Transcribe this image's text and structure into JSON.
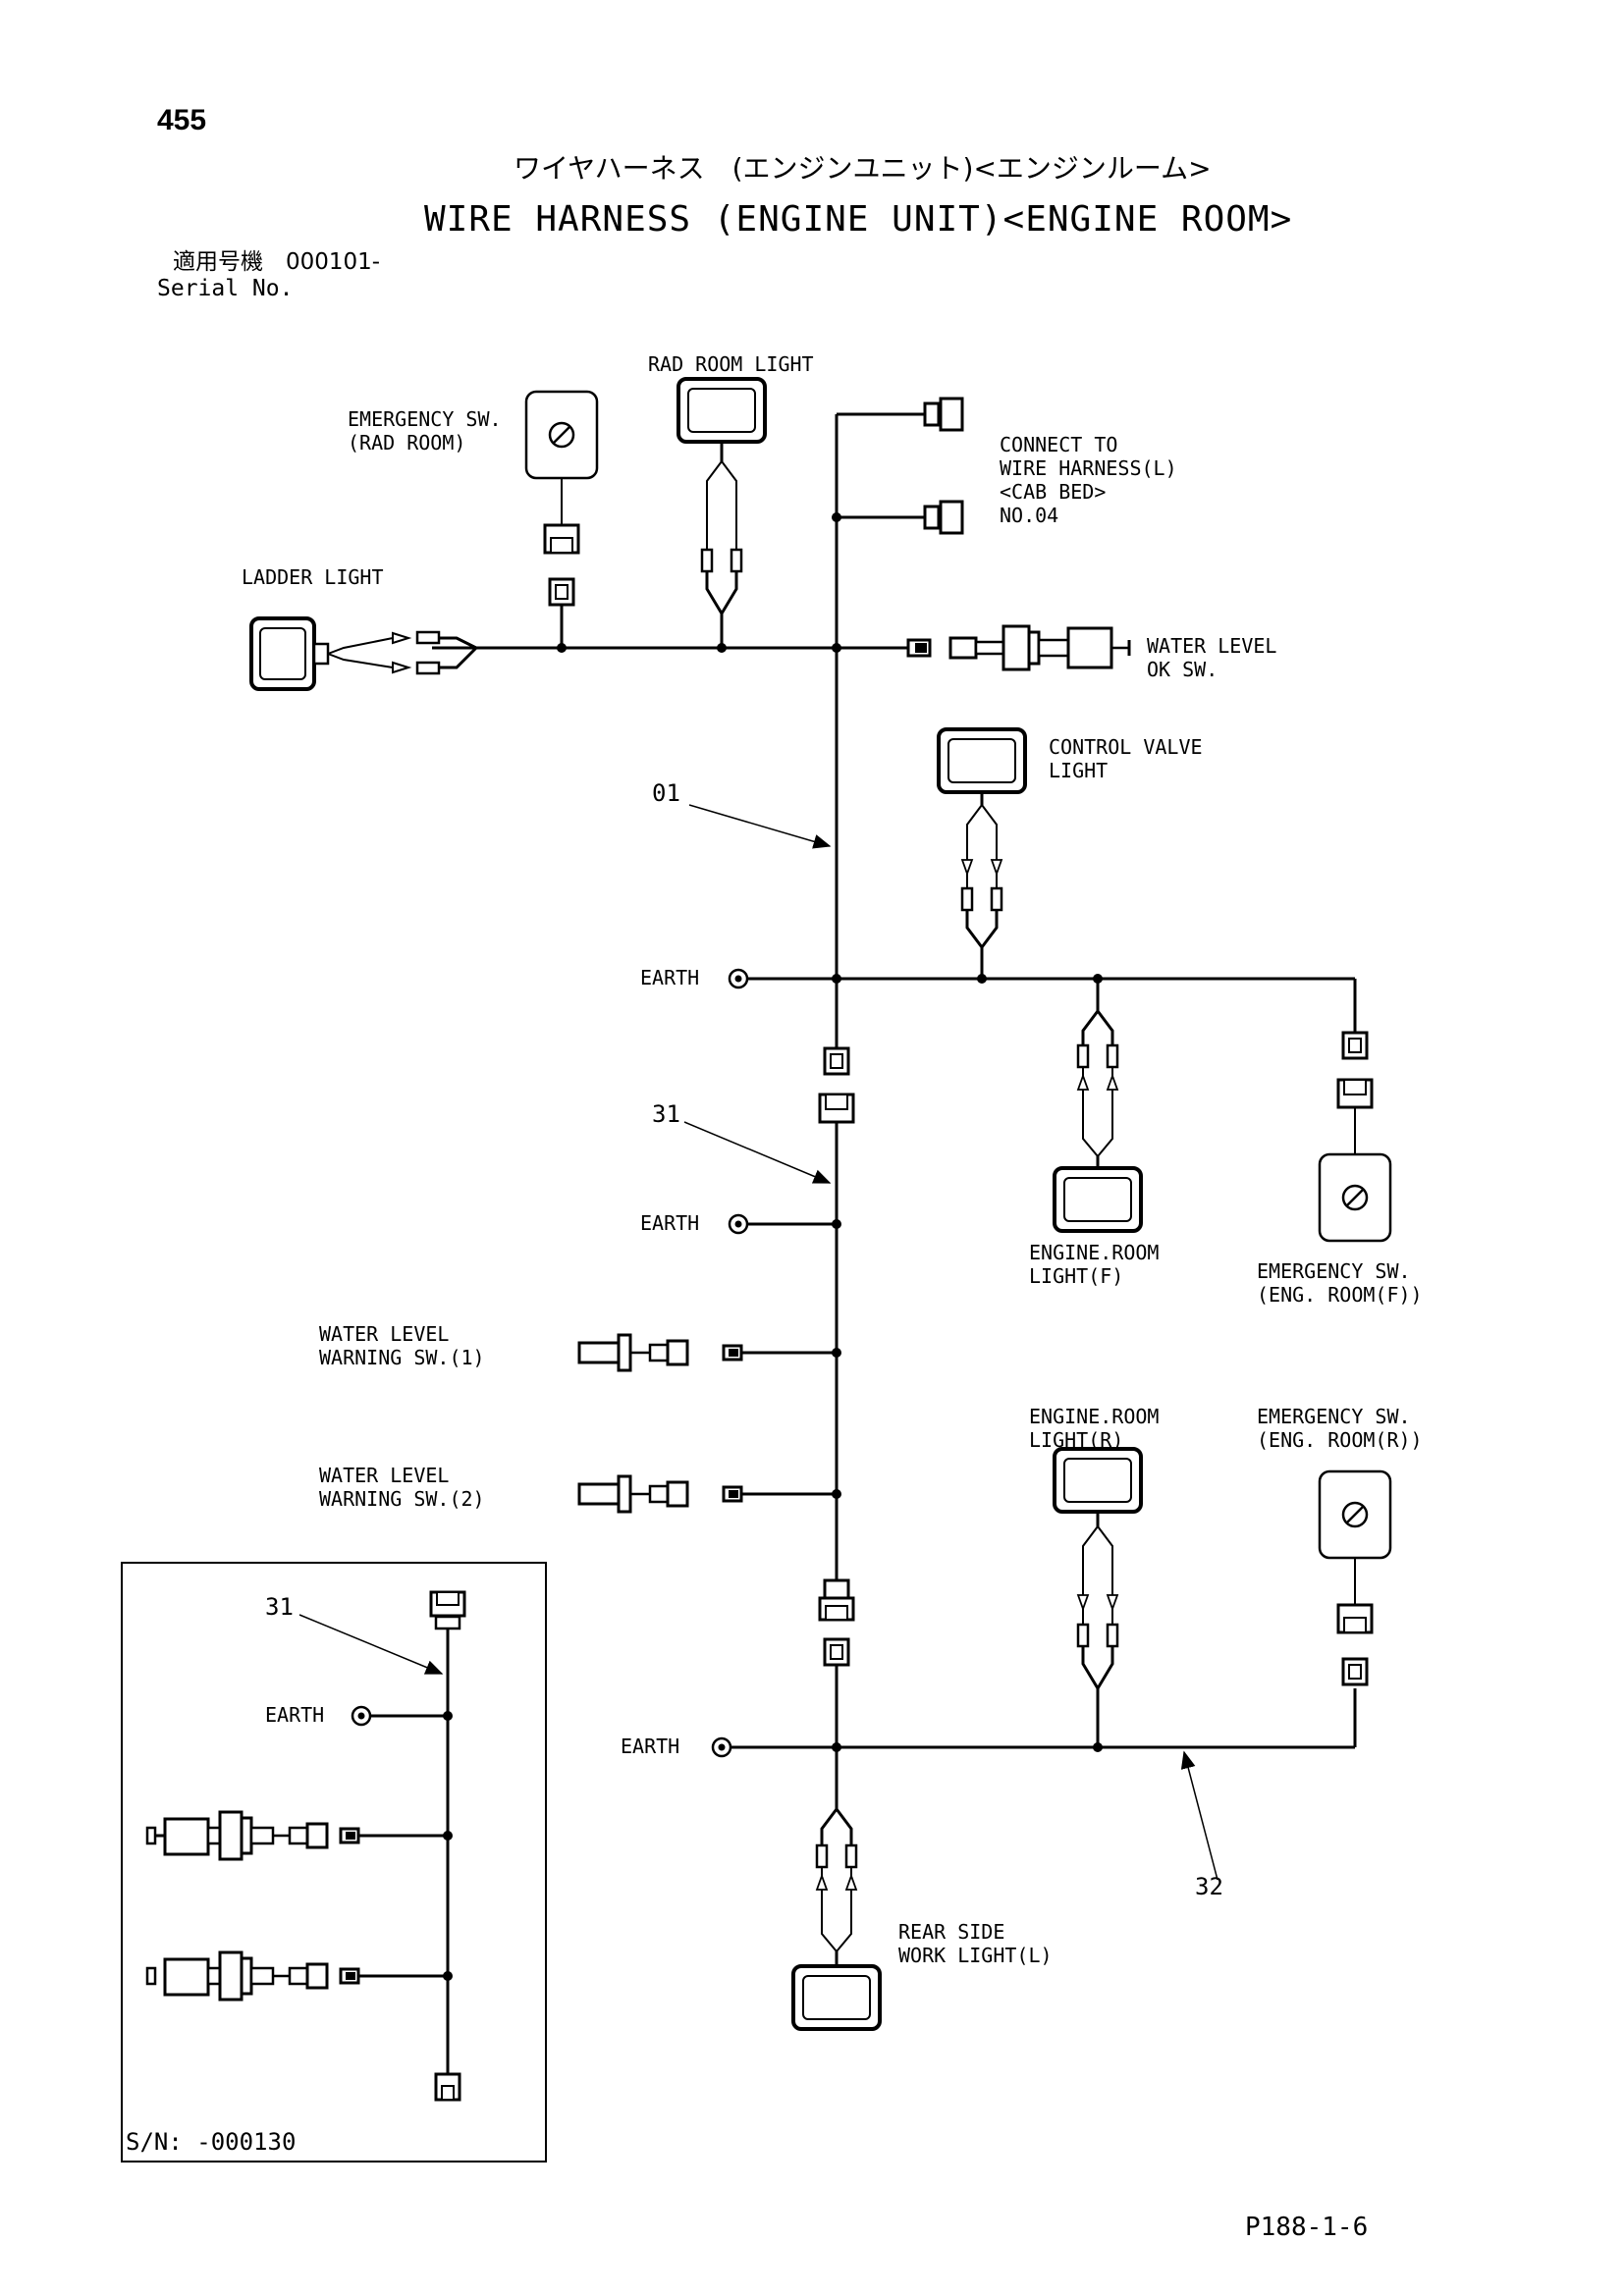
{
  "page_number": "455",
  "title_jp": "ワイヤハーネス　(エンジンユニット)<エンジンルーム>",
  "title_en": "WIRE HARNESS (ENGINE UNIT)<ENGINE ROOM>",
  "serial_jp": "適用号機　000101-",
  "serial_en": "Serial No.",
  "labels": {
    "rad_room_light": "RAD ROOM LIGHT",
    "emergency_rad_1": "EMERGENCY SW.",
    "emergency_rad_2": "(RAD ROOM)",
    "connect_1": "CONNECT TO",
    "connect_2": "WIRE HARNESS(L)",
    "connect_3": "<CAB BED>",
    "connect_4": "NO.04",
    "ladder_light": "LADDER LIGHT",
    "water_ok_1": "WATER LEVEL",
    "water_ok_2": "OK SW.",
    "control_valve_1": "CONTROL VALVE",
    "control_valve_2": "LIGHT",
    "ref_01": "01",
    "earth_1": "EARTH",
    "ref_31": "31",
    "earth_2": "EARTH",
    "engine_light_f_1": "ENGINE.ROOM",
    "engine_light_f_2": "LIGHT(F)",
    "emergency_f_1": "EMERGENCY SW.",
    "emergency_f_2": "(ENG. ROOM(F))",
    "water_warn1_1": "WATER LEVEL",
    "water_warn1_2": "WARNING SW.(1)",
    "water_warn2_1": "WATER LEVEL",
    "water_warn2_2": "WARNING SW.(2)",
    "engine_light_r_1": "ENGINE.ROOM",
    "engine_light_r_2": "LIGHT(R)",
    "emergency_r_1": "EMERGENCY SW.",
    "emergency_r_2": "(ENG. ROOM(R))",
    "inset_ref_31": "31",
    "inset_earth": "EARTH",
    "earth_3": "EARTH",
    "ref_32": "32",
    "rear_light_1": "REAR SIDE",
    "rear_light_2": "WORK LIGHT(L)",
    "inset_sn": "S/N: -000130"
  },
  "page_code": "P188-1-6"
}
